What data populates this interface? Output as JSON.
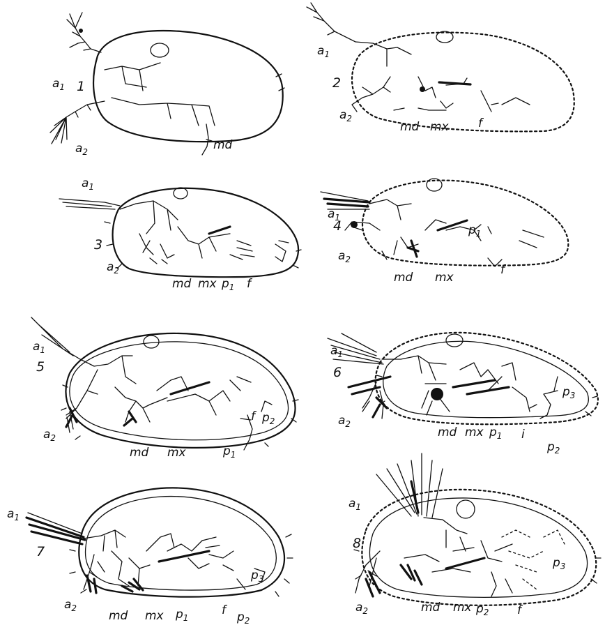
{
  "stages": [
    {
      "id": "1",
      "labels": {
        "a1": "a",
        "a1_sub": "1",
        "a2": "a",
        "a2_sub": "2",
        "md": "md"
      }
    },
    {
      "id": "2",
      "labels": {
        "a1": "a",
        "a1_sub": "1",
        "a2": "a",
        "a2_sub": "2",
        "md": "md",
        "mx": "mx",
        "f": "f"
      }
    },
    {
      "id": "3",
      "labels": {
        "a1": "a",
        "a1_sub": "1",
        "a2": "a",
        "a2_sub": "2",
        "md": "md",
        "mx": "mx",
        "p1": "p",
        "p1_sub": "1",
        "f": "f"
      }
    },
    {
      "id": "4",
      "labels": {
        "a1": "a",
        "a1_sub": "1",
        "a2": "a",
        "a2_sub": "2",
        "md": "md",
        "mx": "mx",
        "p1": "p",
        "p1_sub": "1",
        "f": "f"
      }
    },
    {
      "id": "5",
      "labels": {
        "a1": "a",
        "a1_sub": "1",
        "a2": "a",
        "a2_sub": "2",
        "md": "md",
        "mx": "mx",
        "p1": "p",
        "p1_sub": "1",
        "p2": "p",
        "p2_sub": "2",
        "f": "f"
      }
    },
    {
      "id": "6",
      "labels": {
        "a1": "a",
        "a1_sub": "1",
        "a2": "a",
        "a2_sub": "2",
        "md": "md",
        "mx": "mx",
        "p1": "p",
        "p1_sub": "1",
        "p2": "p",
        "p2_sub": "2",
        "p3": "p",
        "p3_sub": "3",
        "f": "i"
      }
    },
    {
      "id": "7",
      "labels": {
        "a1": "a",
        "a1_sub": "1",
        "a2": "a",
        "a2_sub": "2",
        "md": "md",
        "mx": "mx",
        "p1": "p",
        "p1_sub": "1",
        "p2": "p",
        "p2_sub": "2",
        "p3": "p",
        "p3_sub": "3",
        "f": "f"
      }
    },
    {
      "id": "8",
      "labels": {
        "a1": "a",
        "a1_sub": "1",
        "a2": "a",
        "a2_sub": "2",
        "md": "md",
        "mx": "mx",
        "p2": "p",
        "p2_sub": "2",
        "p3": "p",
        "p3_sub": "3",
        "f": "f"
      }
    }
  ]
}
